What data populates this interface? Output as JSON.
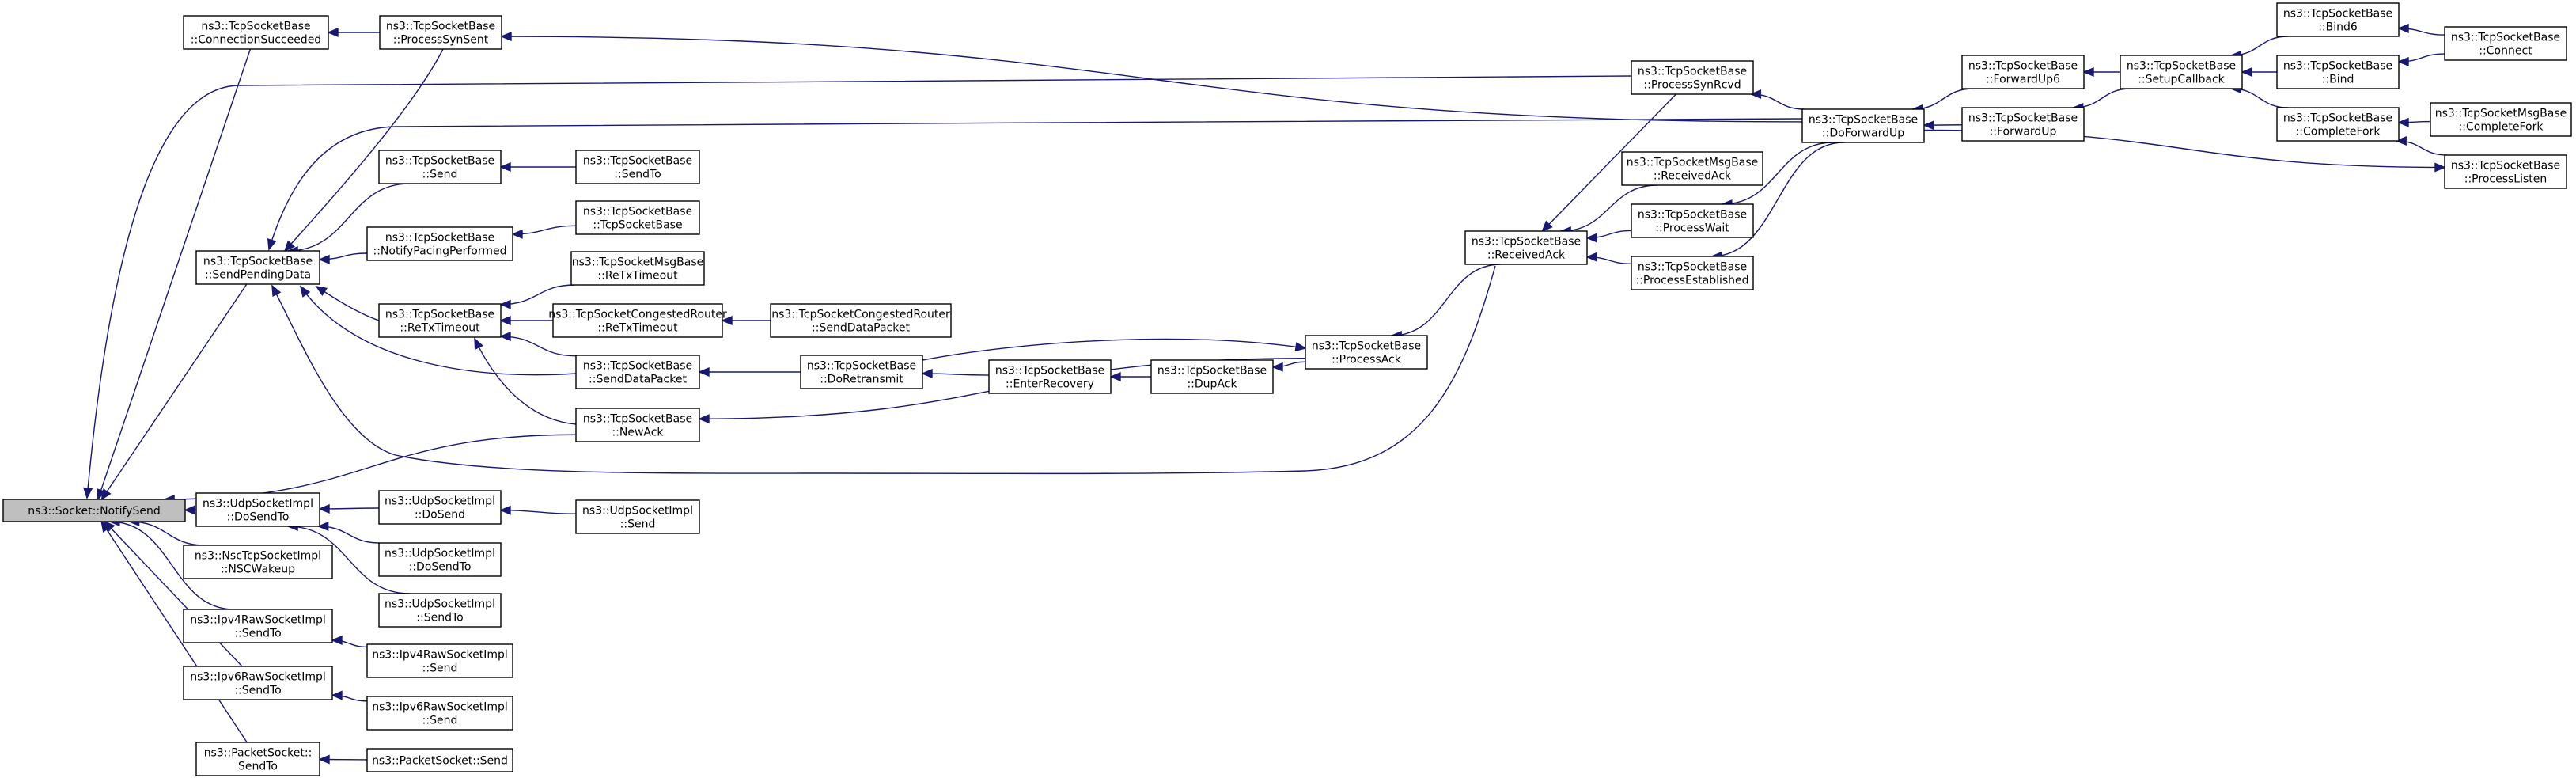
{
  "diagram": {
    "nodes": [
      {
        "id": "notifysend",
        "root": true,
        "lines": [
          "ns3::Socket::NotifySend"
        ]
      },
      {
        "id": "connsucc",
        "lines": [
          "ns3::TcpSocketBase",
          "::ConnectionSucceeded"
        ]
      },
      {
        "id": "synsent",
        "lines": [
          "ns3::TcpSocketBase",
          "::ProcessSynSent"
        ]
      },
      {
        "id": "sendpending",
        "lines": [
          "ns3::TcpSocketBase",
          "::SendPendingData"
        ]
      },
      {
        "id": "tsbsend",
        "lines": [
          "ns3::TcpSocketBase",
          "::Send"
        ]
      },
      {
        "id": "sendto_tcp",
        "lines": [
          "ns3::TcpSocketBase",
          "::SendTo"
        ]
      },
      {
        "id": "notifypacing",
        "lines": [
          "ns3::TcpSocketBase",
          "::NotifyPacingPerformed"
        ]
      },
      {
        "id": "tcpctor",
        "lines": [
          "ns3::TcpSocketBase",
          "::TcpSocketBase"
        ]
      },
      {
        "id": "retx",
        "lines": [
          "ns3::TcpSocketBase",
          "::ReTxTimeout"
        ]
      },
      {
        "id": "msgretx",
        "lines": [
          "ns3::TcpSocketMsgBase",
          "::ReTxTimeout"
        ]
      },
      {
        "id": "congretx",
        "lines": [
          "ns3::TcpSocketCongestedRouter",
          "::ReTxTimeout"
        ]
      },
      {
        "id": "congsdp",
        "lines": [
          "ns3::TcpSocketCongestedRouter",
          "::SendDataPacket"
        ]
      },
      {
        "id": "sdp",
        "lines": [
          "ns3::TcpSocketBase",
          "::SendDataPacket"
        ]
      },
      {
        "id": "doretx",
        "lines": [
          "ns3::TcpSocketBase",
          "::DoRetransmit"
        ]
      },
      {
        "id": "enterrec",
        "lines": [
          "ns3::TcpSocketBase",
          "::EnterRecovery"
        ]
      },
      {
        "id": "dupack",
        "lines": [
          "ns3::TcpSocketBase",
          "::DupAck"
        ]
      },
      {
        "id": "processack",
        "lines": [
          "ns3::TcpSocketBase",
          "::ProcessAck"
        ]
      },
      {
        "id": "newack",
        "lines": [
          "ns3::TcpSocketBase",
          "::NewAck"
        ]
      },
      {
        "id": "receivedack",
        "lines": [
          "ns3::TcpSocketBase",
          "::ReceivedAck"
        ]
      },
      {
        "id": "synrcvd",
        "lines": [
          "ns3::TcpSocketBase",
          "::ProcessSynRcvd"
        ]
      },
      {
        "id": "msgrecvack",
        "lines": [
          "ns3::TcpSocketMsgBase",
          "::ReceivedAck"
        ]
      },
      {
        "id": "processwait",
        "lines": [
          "ns3::TcpSocketBase",
          "::ProcessWait"
        ]
      },
      {
        "id": "processest",
        "lines": [
          "ns3::TcpSocketBase",
          "::ProcessEstablished"
        ]
      },
      {
        "id": "dofwdup",
        "lines": [
          "ns3::TcpSocketBase",
          "::DoForwardUp"
        ]
      },
      {
        "id": "fwdup6",
        "lines": [
          "ns3::TcpSocketBase",
          "::ForwardUp6"
        ]
      },
      {
        "id": "fwdup",
        "lines": [
          "ns3::TcpSocketBase",
          "::ForwardUp"
        ]
      },
      {
        "id": "setupcb",
        "lines": [
          "ns3::TcpSocketBase",
          "::SetupCallback"
        ]
      },
      {
        "id": "bind6",
        "lines": [
          "ns3::TcpSocketBase",
          "::Bind6"
        ]
      },
      {
        "id": "bind",
        "lines": [
          "ns3::TcpSocketBase",
          "::Bind"
        ]
      },
      {
        "id": "completefork",
        "lines": [
          "ns3::TcpSocketBase",
          "::CompleteFork"
        ]
      },
      {
        "id": "connect",
        "lines": [
          "ns3::TcpSocketBase",
          "::Connect"
        ]
      },
      {
        "id": "msgcompletefork",
        "lines": [
          "ns3::TcpSocketMsgBase",
          "::CompleteFork"
        ]
      },
      {
        "id": "processlisten",
        "lines": [
          "ns3::TcpSocketBase",
          "::ProcessListen"
        ]
      },
      {
        "id": "udpdosendto",
        "lines": [
          "ns3::UdpSocketImpl",
          "::DoSendTo"
        ]
      },
      {
        "id": "udpdosend",
        "lines": [
          "ns3::UdpSocketImpl",
          "::DoSend"
        ]
      },
      {
        "id": "udpsend",
        "lines": [
          "ns3::UdpSocketImpl",
          "::Send"
        ]
      },
      {
        "id": "udpdosendto2",
        "lines": [
          "ns3::UdpSocketImpl",
          "::DoSendTo"
        ]
      },
      {
        "id": "udpsendto",
        "lines": [
          "ns3::UdpSocketImpl",
          "::SendTo"
        ]
      },
      {
        "id": "nscwakeup",
        "lines": [
          "ns3::NscTcpSocketImpl",
          "::NSCWakeup"
        ]
      },
      {
        "id": "ipv4sendto",
        "lines": [
          "ns3::Ipv4RawSocketImpl",
          "::SendTo"
        ]
      },
      {
        "id": "ipv4send",
        "lines": [
          "ns3::Ipv4RawSocketImpl",
          "::Send"
        ]
      },
      {
        "id": "ipv6sendto",
        "lines": [
          "ns3::Ipv6RawSocketImpl",
          "::SendTo"
        ]
      },
      {
        "id": "ipv6send",
        "lines": [
          "ns3::Ipv6RawSocketImpl",
          "::Send"
        ]
      },
      {
        "id": "pktsendto",
        "lines": [
          "ns3::PacketSocket::",
          "SendTo"
        ]
      },
      {
        "id": "pktsend",
        "lines": [
          "ns3::PacketSocket::Send"
        ]
      }
    ],
    "edges": [
      [
        "connsucc",
        "notifysend"
      ],
      [
        "synsent",
        "connsucc"
      ],
      [
        "synrcvd",
        "notifysend"
      ],
      [
        "sendpending",
        "notifysend"
      ],
      [
        "newack",
        "notifysend"
      ],
      [
        "udpdosendto",
        "notifysend"
      ],
      [
        "nscwakeup",
        "notifysend"
      ],
      [
        "ipv4sendto",
        "notifysend"
      ],
      [
        "ipv6sendto",
        "notifysend"
      ],
      [
        "pktsendto",
        "notifysend"
      ],
      [
        "dofwdup",
        "synsent"
      ],
      [
        "dofwdup",
        "synrcvd"
      ],
      [
        "synsent",
        "sendpending"
      ],
      [
        "dofwdup",
        "sendpending"
      ],
      [
        "tsbsend",
        "sendpending"
      ],
      [
        "notifypacing",
        "sendpending"
      ],
      [
        "retx",
        "sendpending"
      ],
      [
        "sdp",
        "sendpending"
      ],
      [
        "receivedack",
        "sendpending"
      ],
      [
        "sendto_tcp",
        "tsbsend"
      ],
      [
        "tcpctor",
        "notifypacing"
      ],
      [
        "msgretx",
        "retx"
      ],
      [
        "congretx",
        "retx"
      ],
      [
        "sdp",
        "retx"
      ],
      [
        "newack",
        "retx"
      ],
      [
        "congsdp",
        "congretx"
      ],
      [
        "doretx",
        "sdp"
      ],
      [
        "doretx",
        "processack"
      ],
      [
        "enterrec",
        "doretx"
      ],
      [
        "dupack",
        "enterrec"
      ],
      [
        "processack",
        "dupack"
      ],
      [
        "processack",
        "newack"
      ],
      [
        "receivedack",
        "processack"
      ],
      [
        "msgrecvack",
        "receivedack"
      ],
      [
        "processwait",
        "receivedack"
      ],
      [
        "processest",
        "receivedack"
      ],
      [
        "synrcvd",
        "receivedack"
      ],
      [
        "dofwdup",
        "processwait"
      ],
      [
        "dofwdup",
        "processest"
      ],
      [
        "fwdup6",
        "dofwdup"
      ],
      [
        "fwdup",
        "dofwdup"
      ],
      [
        "dofwdup",
        "processlisten"
      ],
      [
        "setupcb",
        "fwdup6"
      ],
      [
        "setupcb",
        "fwdup"
      ],
      [
        "bind6",
        "setupcb"
      ],
      [
        "bind",
        "setupcb"
      ],
      [
        "completefork",
        "setupcb"
      ],
      [
        "connect",
        "bind6"
      ],
      [
        "connect",
        "bind"
      ],
      [
        "msgcompletefork",
        "completefork"
      ],
      [
        "processlisten",
        "completefork"
      ],
      [
        "udpdosend",
        "udpdosendto"
      ],
      [
        "udpdosendto2",
        "udpdosendto"
      ],
      [
        "udpsendto",
        "udpdosendto"
      ],
      [
        "udpsend",
        "udpdosend"
      ],
      [
        "ipv4send",
        "ipv4sendto"
      ],
      [
        "ipv6send",
        "ipv6sendto"
      ],
      [
        "pktsend",
        "pktsendto"
      ]
    ],
    "colors": {
      "edge": "#191970",
      "node_border": "#000000",
      "root_fill": "#bfbfbf",
      "node_fill": "#ffffff"
    }
  }
}
